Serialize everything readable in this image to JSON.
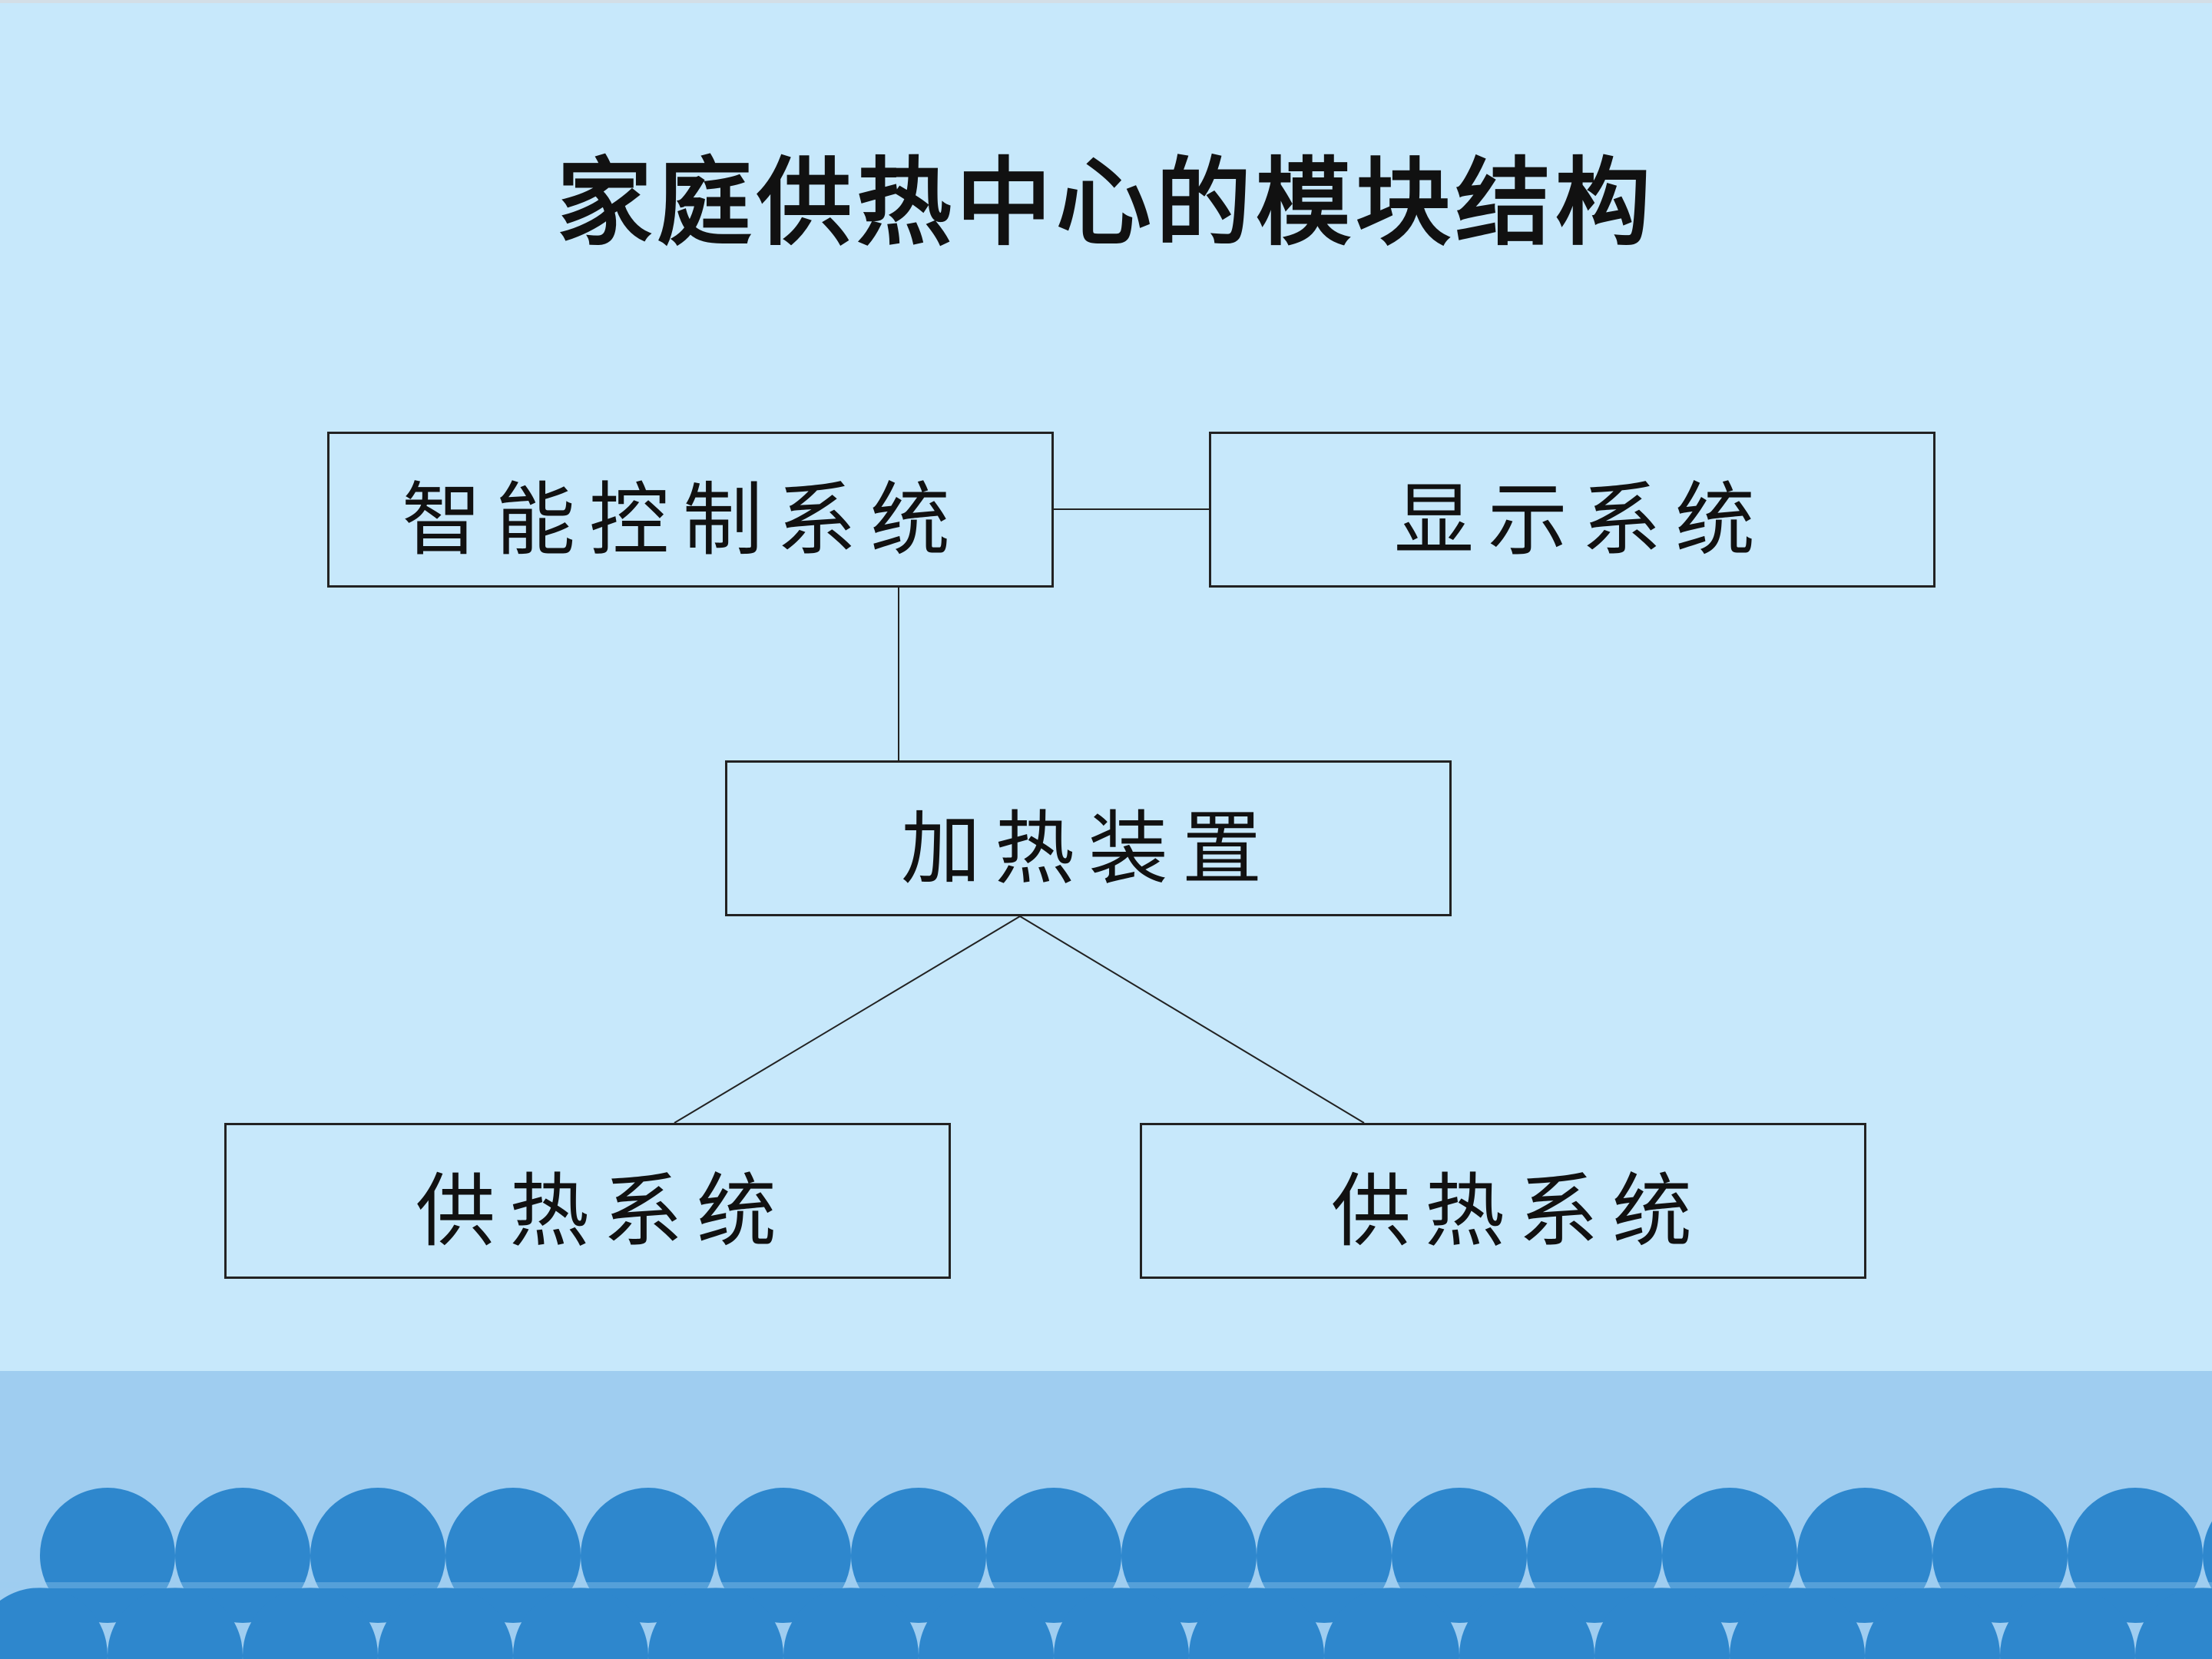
{
  "slide": {
    "title": "家庭供热中心的模块结构"
  },
  "diagram": {
    "nodes": {
      "smart_control": "智能控制系统",
      "display": "显示系统",
      "heater": "加热装置",
      "supply_left": "供热系统",
      "supply_right": "供热系统"
    },
    "edges": [
      [
        "smart_control",
        "display"
      ],
      [
        "smart_control",
        "heater"
      ],
      [
        "heater",
        "supply_left"
      ],
      [
        "heater",
        "supply_right"
      ]
    ]
  },
  "colors": {
    "background": "#c7e8fb",
    "band": "#9fcdf0",
    "wave": "#2e87cd",
    "border": "#222222"
  }
}
